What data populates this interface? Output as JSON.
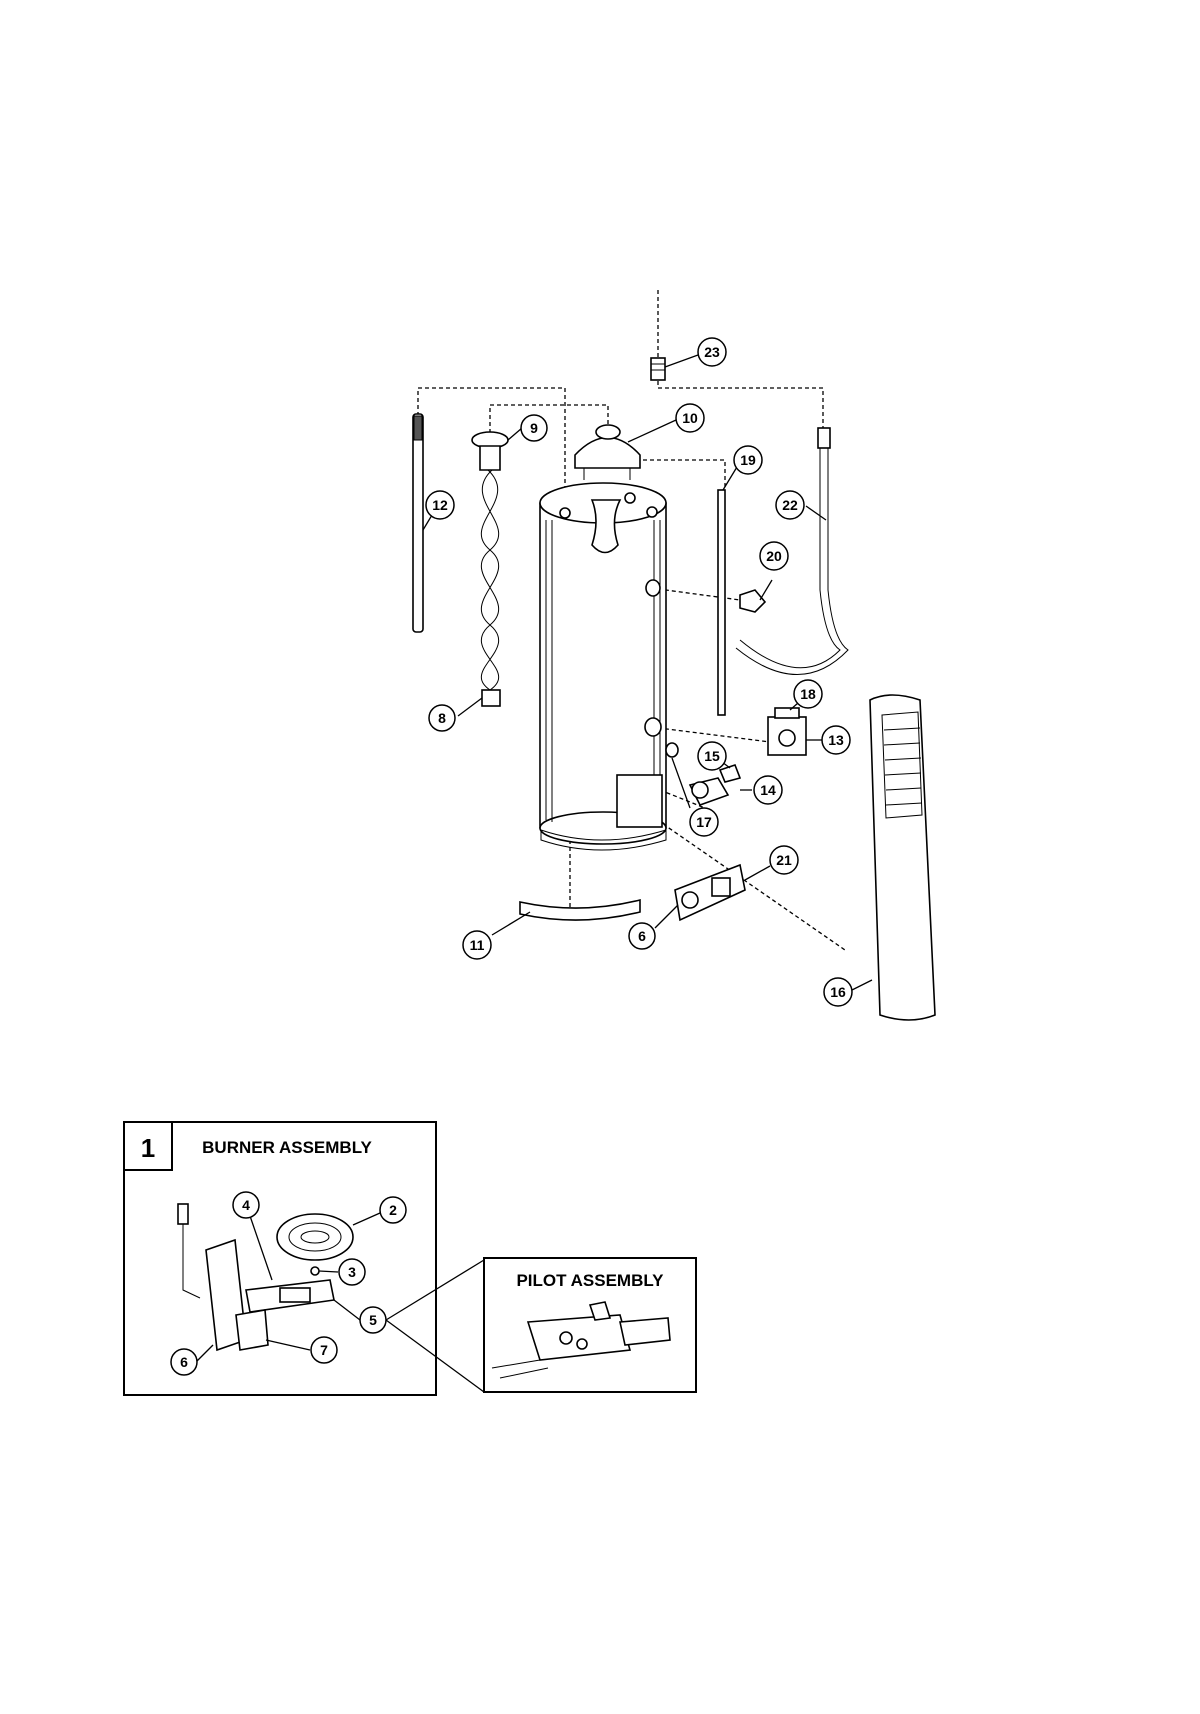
{
  "callouts": {
    "c23": "23",
    "c10": "10",
    "c9": "9",
    "c19": "19",
    "c12": "12",
    "c22": "22",
    "c20": "20",
    "c8": "8",
    "c18": "18",
    "c13": "13",
    "c15": "15",
    "c14": "14",
    "c17": "17",
    "c21": "21",
    "c11": "11",
    "c6": "6",
    "c16": "16"
  },
  "burner_inset": {
    "number": "1",
    "title": "BURNER ASSEMBLY",
    "callouts": {
      "c4": "4",
      "c2": "2",
      "c3": "3",
      "c5": "5",
      "c6": "6",
      "c7": "7"
    }
  },
  "pilot_inset": {
    "title": "PILOT ASSEMBLY"
  }
}
